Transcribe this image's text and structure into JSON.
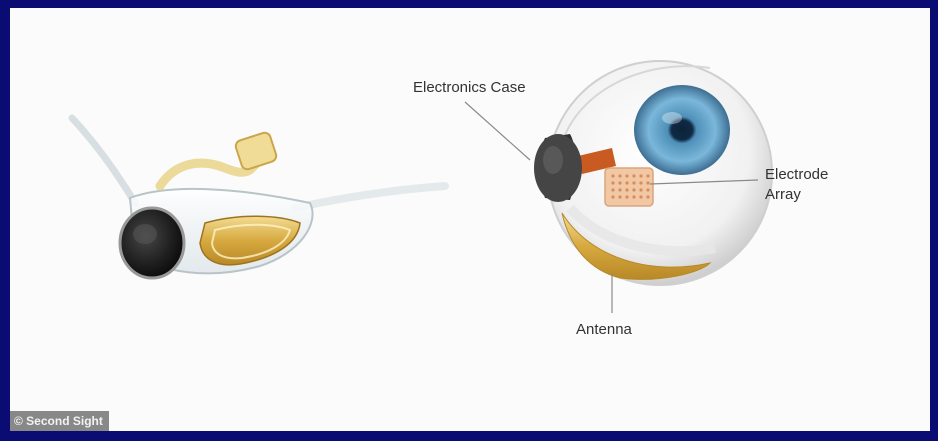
{
  "diagram": {
    "labels": {
      "electronics_case": "Electronics Case",
      "electrode_array": "Electrode\nArray",
      "antenna": "Antenna"
    }
  },
  "credit": "© Second Sight",
  "colors": {
    "background_frame": "#0a0c74",
    "panel": "#fbfbfb",
    "iris": "#5a9fc6",
    "electronics_case": "#3a3a3a",
    "electrode_array": "#f1c7a4",
    "cable_copper": "#c85a22",
    "antenna_gold": "#d9b04a"
  }
}
